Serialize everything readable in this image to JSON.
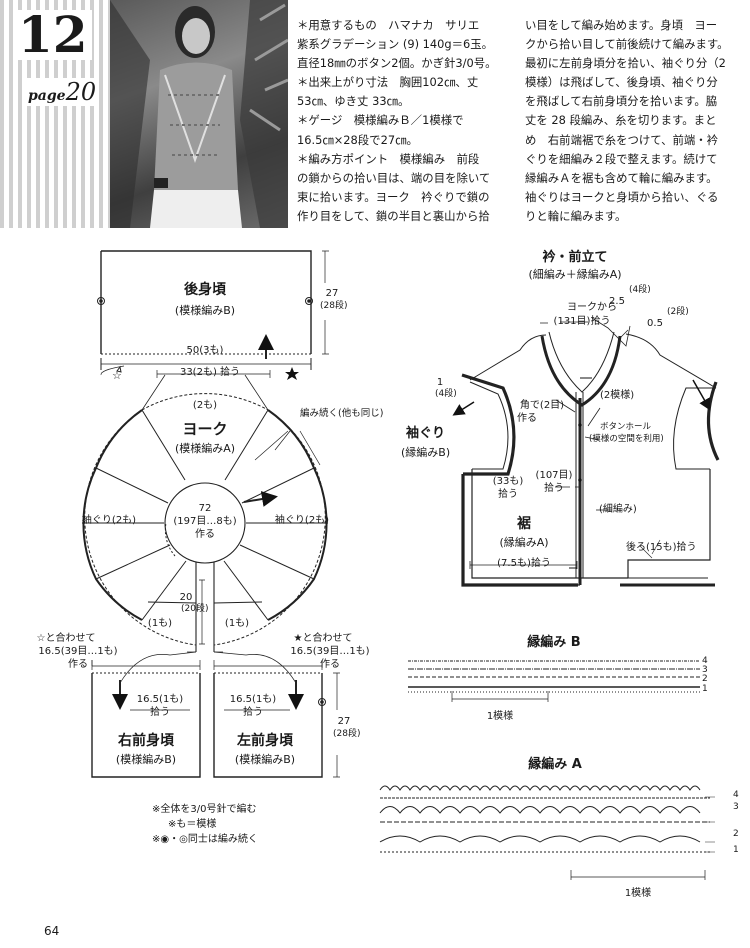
{
  "pattern": {
    "number": "12",
    "page_label": "page",
    "page_num": "20"
  },
  "photo": {
    "description_icon": "model-photo"
  },
  "text": {
    "col1": [
      "＊用意するもの　ハマナカ　サリエ",
      "紫系グラデーション (9) 140g＝6玉。",
      "直径18㎜のボタン2個。かぎ針3/0号。",
      "＊出来上がり寸法　胸囲102㎝、丈",
      "53㎝、ゆき丈 33㎝。",
      "＊ゲージ　模様編みＢ／1模様で",
      "16.5㎝×28段で27㎝。",
      "＊編み方ポイント　模様編み　前段",
      "の鎖からの拾い目は、端の目を除いて",
      "束に拾います。ヨーク　衿ぐりで鎖の",
      "作り目をして、鎖の半目と裏山から拾"
    ],
    "col2": [
      "い目をして編み始めます。身頃　ヨー",
      "クから拾い目して前後続けて編みます。",
      "最初に左前身頃分を拾い、袖ぐり分（2",
      "模様）は飛ばして、後身頃、袖ぐり分",
      "を飛ばして右前身頃分を拾います。脇",
      "丈を 28 段編み、糸を切ります。まと",
      "め　右前端裾で糸をつけて、前端・衿",
      "ぐりを細編み２段で整えます。続けて",
      "縁編みＡを裾も含めて輪に編みます。",
      "袖ぐりはヨークと身頃から拾い、ぐる",
      "りと輪に編みます。"
    ]
  },
  "diagram": {
    "back": {
      "name": "後身頃",
      "pattern": "(模様編みB)",
      "width": "50(3も)",
      "height_main": "27",
      "height_rows": "(28段)"
    },
    "pickup_back": "33(2も) 拾う",
    "yoke": {
      "name": "ヨーク",
      "pattern": "(模様編みA)",
      "top": "(2も)",
      "sleeve_left": "袖ぐり(2も)",
      "sleeve_right": "袖ぐり(2も)",
      "note": "編み続く(他も同じ)",
      "front_left": "(1も)",
      "front_right": "(1も)",
      "side_main": "20",
      "side_rows": "(20段)"
    },
    "collar": {
      "cm": "72",
      "stitches": "(197目…8も)",
      "make": "作る"
    },
    "right_front": {
      "name": "右前身頃",
      "pattern": "(模様編みB)",
      "join": "☆と合わせて",
      "size": "16.5(39目…1も)",
      "make": "作る",
      "pickup": "16.5(1も)",
      "pickup2": "拾う"
    },
    "left_front": {
      "name": "左前身頃",
      "pattern": "(模様編みB)",
      "join": "★と合わせて",
      "size": "16.5(39目…1も)",
      "make": "作る",
      "pickup": "16.5(1も)",
      "pickup2": "拾う",
      "height_main": "27",
      "height_rows": "(28段)"
    },
    "notes": [
      "※全体を3/0号針で編む",
      "※も＝模様",
      "※◉・◎同士は編み続く"
    ]
  },
  "finishing": {
    "title": "衿・前立て",
    "subtitle": "(細編み＋縁編みA)",
    "yoke_pick": "ヨークから",
    "yoke_pick2": "(131目)拾う",
    "d25": "2.5",
    "d25_rows": "(4段)",
    "d05": "0.5",
    "d05_rows": "(2段)",
    "corner": "角で(2目)",
    "corner2": "作る",
    "motif": "(2模様)",
    "buttonhole": "ボタンホール",
    "buttonhole2": "(模様の空間を利用)",
    "sleeve_side": "1",
    "sleeve_side_rows": "(4段)",
    "sleeve_name": "袖ぐり",
    "sleeve_pattern": "(縁編みB)",
    "pick33": "(33も)",
    "pick33_2": "拾う",
    "pick107": "(107目)",
    "pick107_2": "拾う",
    "sc": "(細編み)",
    "hem": "裾",
    "hem_pattern": "(縁編みA)",
    "hem_pick": "(7.5も)拾う",
    "back_pick": "後ろ(15も)拾う"
  },
  "edgings": {
    "b_title": "縁編み B",
    "b_repeat": "1模様",
    "b_rows": [
      "4",
      "3",
      "2",
      "1"
    ],
    "a_title": "縁編み A",
    "a_repeat": "1模様",
    "a_rows": [
      "4",
      "3",
      "2",
      "1"
    ]
  },
  "page_number": "64"
}
